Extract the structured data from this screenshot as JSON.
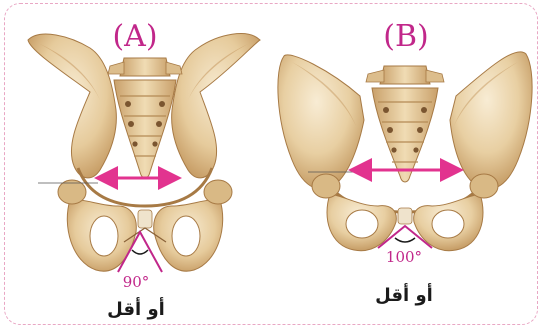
{
  "colors": {
    "bone_light": "#f4e4c2",
    "bone_mid": "#e2c594",
    "bone_dark": "#b88a52",
    "bone_shadow": "#8a6238",
    "accent": "#c1278a",
    "arrow": "#e2338f",
    "frame": "#e9a7c4"
  },
  "panels": [
    {
      "label": "(A)",
      "angle": "90°",
      "caption": "أو أقل",
      "diagram": "pelvis-male"
    },
    {
      "label": "(B)",
      "angle": "100°",
      "caption": "أو أقل",
      "diagram": "pelvis-female"
    }
  ]
}
